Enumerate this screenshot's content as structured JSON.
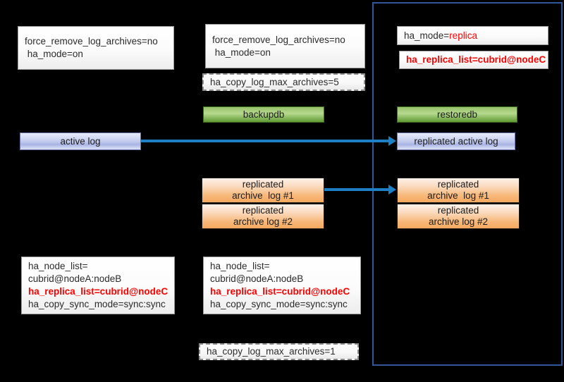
{
  "diagram": {
    "title": "CUBRID HA replica configuration diagram",
    "colors": {
      "region_border": "#31569a",
      "arrow": "#1f7fc4",
      "highlight_text": "#ff0000",
      "command_button": "#7fb450",
      "active_log": "#c5cdee",
      "archive_log": "#f7b879"
    }
  },
  "nodeA": {
    "config_top": {
      "line1": "force_remove_log_archives=no",
      "line2": " ha_mode=on"
    },
    "active_log_label": "active log",
    "config_bottom": {
      "line1": "ha_node_list=",
      "line2": "cubrid@nodeA:nodeB",
      "line3": "ha_replica_list=cubrid@nodeC",
      "line4": "ha_copy_sync_mode=sync:sync"
    }
  },
  "nodeB": {
    "config_top": {
      "line1": "force_remove_log_archives=no",
      "line2": " ha_mode=on"
    },
    "max_archives_dashed": "ha_copy_log_max_archives=5",
    "command_label": "backupdb",
    "archive_logs": [
      {
        "line1": "replicated",
        "line2": "archive  log #1"
      },
      {
        "line1": "replicated",
        "line2": "archive log #2"
      }
    ],
    "config_bottom": {
      "line1": "ha_node_list=",
      "line2": "cubrid@nodeA:nodeB",
      "line3": "ha_replica_list=cubrid@nodeC",
      "line4": "ha_copy_sync_mode=sync:sync"
    },
    "max_archives_bottom_dashed": "ha_copy_log_max_archives=1"
  },
  "nodeC": {
    "ha_mode": {
      "key": "ha_mode=",
      "value": "replica"
    },
    "ha_replica_list": "ha_replica_list=cubrid@nodeC",
    "command_label": "restoredb",
    "replicated_active_log_label": "replicated active log",
    "archive_logs": [
      {
        "line1": "replicated",
        "line2": "archive  log #1"
      },
      {
        "line1": "replicated",
        "line2": "archive log #2"
      }
    ]
  }
}
